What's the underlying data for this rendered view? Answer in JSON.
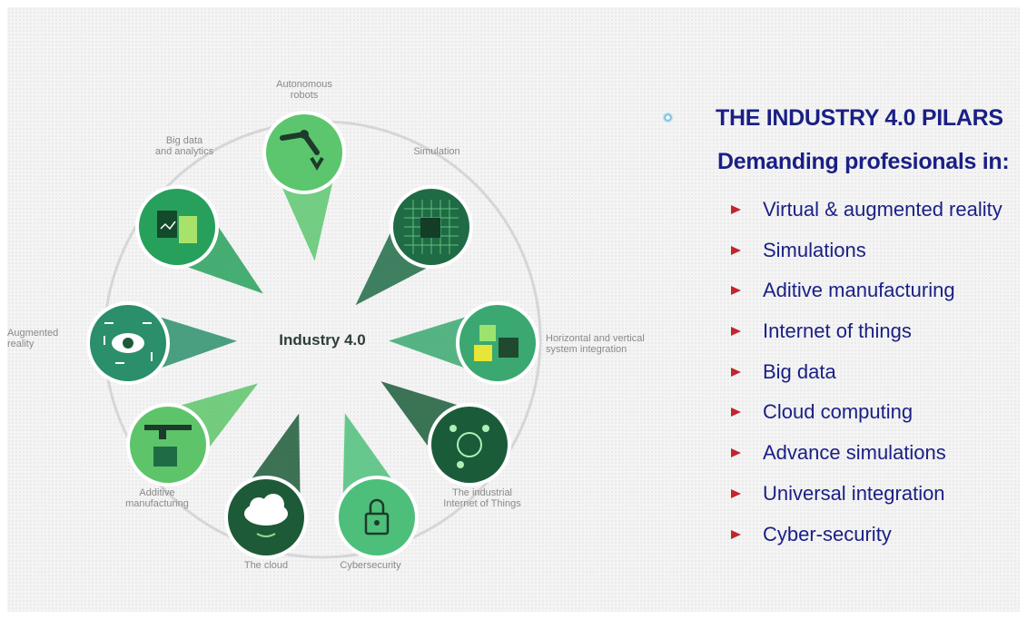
{
  "diagram": {
    "center": "Industry 4.0",
    "pillars": [
      {
        "name": "autonomous-robots",
        "label": [
          "Autonomous",
          "robots"
        ],
        "color": "#5cc66e",
        "icon": "robot-arm-icon"
      },
      {
        "name": "simulation",
        "label": [
          "Simulation"
        ],
        "color": "#1f6b45",
        "icon": "grid-cube-icon"
      },
      {
        "name": "horizontal-vertical-integration",
        "label": [
          "Horizontal and vertical",
          "system integration"
        ],
        "color": "#3aa870",
        "icon": "puzzle-icon"
      },
      {
        "name": "industrial-iot",
        "label": [
          "The industrial",
          "Internet of Things"
        ],
        "color": "#1a5c3a",
        "icon": "network-globe-icon"
      },
      {
        "name": "cybersecurity",
        "label": [
          "Cybersecurity"
        ],
        "color": "#4dbf7a",
        "icon": "padlock-icon"
      },
      {
        "name": "the-cloud",
        "label": [
          "The cloud"
        ],
        "color": "#1d5a38",
        "icon": "cloud-icon"
      },
      {
        "name": "additive-manufacturing",
        "label": [
          "Additive",
          "manufacturing"
        ],
        "color": "#5dc46a",
        "icon": "3d-printer-icon"
      },
      {
        "name": "augmented-reality",
        "label": [
          "Augmented",
          "reality"
        ],
        "color": "#2a8f6a",
        "icon": "eye-icon"
      },
      {
        "name": "big-data",
        "label": [
          "Big data",
          "and analytics"
        ],
        "color": "#27a05c",
        "icon": "data-files-icon"
      }
    ]
  },
  "panel": {
    "title": "THE INDUSTRY 4.0 PILARS",
    "subtitle": "Demanding profesionals in:",
    "items": [
      "Virtual & augmented reality",
      "Simulations",
      "Aditive manufacturing",
      "Internet of things",
      "Big data",
      "Cloud computing",
      "Advance simulations",
      "Universal integration",
      "Cyber-security"
    ],
    "title_color": "#1a1f85",
    "arrow_color": "#c0262c"
  }
}
